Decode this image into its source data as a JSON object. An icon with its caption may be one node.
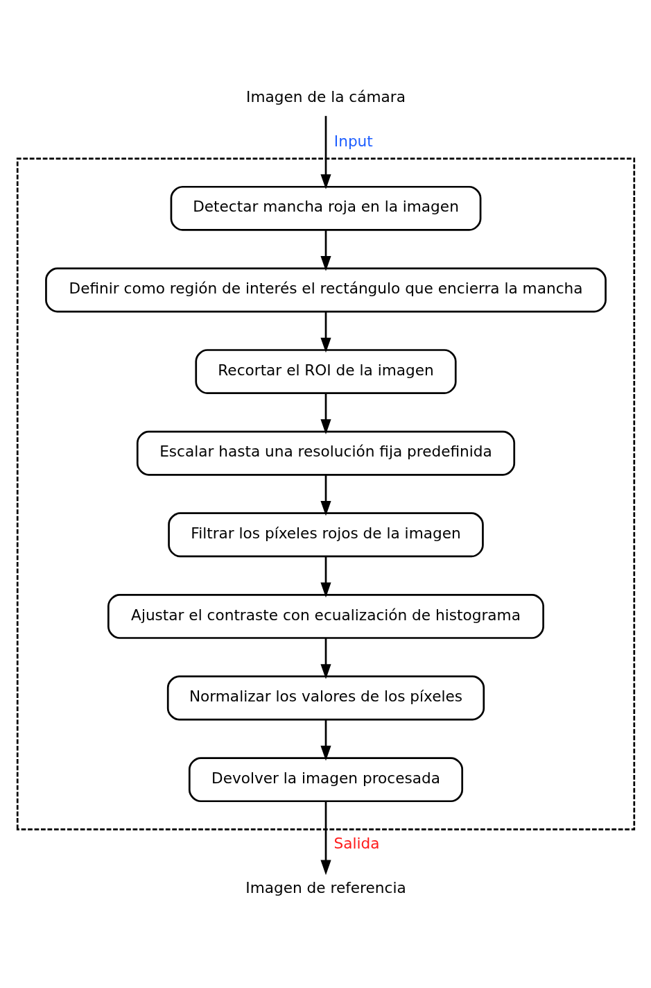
{
  "diagram": {
    "nodes": [
      {
        "text": [
          "Imagen de la cámara"
        ]
      },
      {
        "text": [],
        "shape": "box"
      },
      {
        "text": [
          "Detectar mancha roja en la imagen"
        ],
        "in": 1
      },
      {
        "text": [
          "Definir como región de interés el rectángulo que encierra la mancha"
        ],
        "in": 1
      },
      {
        "text": [
          "Recortar el ROI de la imagen"
        ],
        "in": 1
      },
      {
        "text": [
          "Escalar hasta una resolución fija predefinida"
        ],
        "in": 1
      },
      {
        "text": [
          "Filtrar los píxeles rojos de la imagen"
        ],
        "in": 1
      },
      {
        "text": [
          "Ajustar el contraste con ecualización de histograma"
        ],
        "in": 1
      },
      {
        "text": [
          "Normalizar los valores de los píxeles"
        ],
        "in": 1
      },
      {
        "text": [
          "Devolver la imagen procesada"
        ],
        "in": 1
      },
      {
        "text": [
          "Imagen de referencia"
        ]
      }
    ],
    "edges": [
      {
        "from": 0,
        "to": 2,
        "arrow": "to",
        "label": "Input"
      },
      {
        "from": 2,
        "to": 3,
        "arrow": "to"
      },
      {
        "from": 3,
        "to": 4,
        "arrow": "to"
      },
      {
        "from": 4,
        "to": 5,
        "arrow": "to"
      },
      {
        "from": 5,
        "to": 6,
        "arrow": "to"
      },
      {
        "from": 6,
        "to": 7,
        "arrow": "to"
      },
      {
        "from": 7,
        "to": 8,
        "arrow": "to"
      },
      {
        "from": 8,
        "to": 9,
        "arrow": "to"
      },
      {
        "from": 9,
        "to": 10,
        "arrow": "to",
        "label": "Salida"
      }
    ]
  }
}
